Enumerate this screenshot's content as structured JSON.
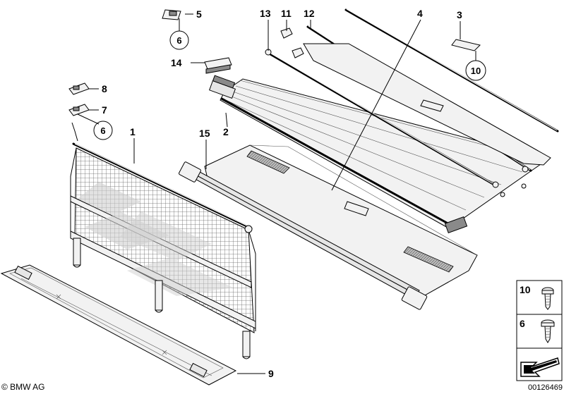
{
  "callouts": [
    {
      "id": "c1",
      "label": "1"
    },
    {
      "id": "c2",
      "label": "2"
    },
    {
      "id": "c3",
      "label": "3"
    },
    {
      "id": "c4",
      "label": "4"
    },
    {
      "id": "c5",
      "label": "5"
    },
    {
      "id": "c6a",
      "label": "6"
    },
    {
      "id": "c6b",
      "label": "6"
    },
    {
      "id": "c7",
      "label": "7"
    },
    {
      "id": "c8",
      "label": "8"
    },
    {
      "id": "c9",
      "label": "9"
    },
    {
      "id": "c10",
      "label": "10"
    },
    {
      "id": "c11",
      "label": "11"
    },
    {
      "id": "c12",
      "label": "12"
    },
    {
      "id": "c13",
      "label": "13"
    },
    {
      "id": "c14",
      "label": "14"
    },
    {
      "id": "c15",
      "label": "15"
    }
  ],
  "legend": {
    "screw_10": "10",
    "screw_6": "6"
  },
  "copyright": "© BMW AG",
  "doc_id": "00126469"
}
